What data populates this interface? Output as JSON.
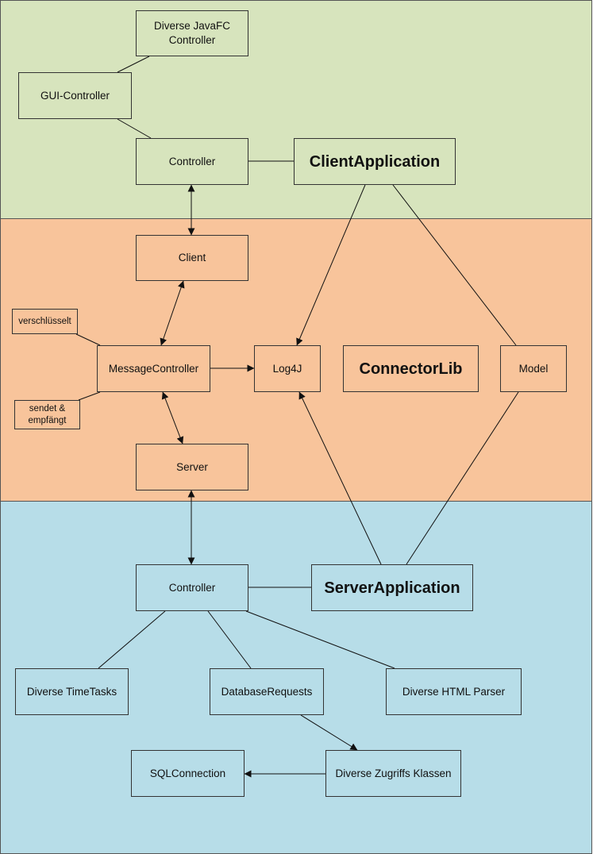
{
  "diagram": {
    "layers": [
      {
        "id": "client",
        "color": "#d7e4bd"
      },
      {
        "id": "connector",
        "color": "#f8c49b"
      },
      {
        "id": "server",
        "color": "#b7dde8"
      }
    ],
    "nodes": {
      "diverse_javafc": "Diverse JavaFC Controller",
      "gui_controller": "GUI-Controller",
      "client_controller": "Controller",
      "client_application": "ClientApplication",
      "client": "Client",
      "verschluesselt": "verschlüsselt",
      "message_controller": "MessageController",
      "sendet_empfaengt": "sendet & empfängt",
      "log4j": "Log4J",
      "connector_lib": "ConnectorLib",
      "model": "Model",
      "server": "Server",
      "server_controller": "Controller",
      "server_application": "ServerApplication",
      "diverse_timetasks": "Diverse TimeTasks",
      "database_requests": "DatabaseRequests",
      "diverse_html_parser": "Diverse HTML Parser",
      "sqlconnection": "SQLConnection",
      "diverse_zugriffs": "Diverse Zugriffs Klassen"
    },
    "edges": [
      {
        "from": "gui_controller",
        "to": "diverse_javafc",
        "arrow": "none"
      },
      {
        "from": "gui_controller",
        "to": "client_controller",
        "arrow": "none"
      },
      {
        "from": "client_controller",
        "to": "client_application",
        "arrow": "none"
      },
      {
        "from": "client_controller",
        "to": "client",
        "arrow": "both"
      },
      {
        "from": "client_application",
        "to": "log4j",
        "arrow": "end"
      },
      {
        "from": "client_application",
        "to": "model",
        "arrow": "none"
      },
      {
        "from": "client",
        "to": "message_controller",
        "arrow": "both"
      },
      {
        "from": "verschluesselt",
        "to": "message_controller",
        "arrow": "none"
      },
      {
        "from": "sendet_empfaengt",
        "to": "message_controller",
        "arrow": "none"
      },
      {
        "from": "message_controller",
        "to": "log4j",
        "arrow": "end"
      },
      {
        "from": "message_controller",
        "to": "server",
        "arrow": "both"
      },
      {
        "from": "server",
        "to": "server_controller",
        "arrow": "both"
      },
      {
        "from": "server_application",
        "to": "log4j",
        "arrow": "end"
      },
      {
        "from": "server_application",
        "to": "model",
        "arrow": "none"
      },
      {
        "from": "server_controller",
        "to": "server_application",
        "arrow": "none"
      },
      {
        "from": "server_controller",
        "to": "diverse_timetasks",
        "arrow": "none"
      },
      {
        "from": "server_controller",
        "to": "database_requests",
        "arrow": "none"
      },
      {
        "from": "server_controller",
        "to": "diverse_html_parser",
        "arrow": "none"
      },
      {
        "from": "database_requests",
        "to": "diverse_zugriffs",
        "arrow": "end"
      },
      {
        "from": "diverse_zugriffs",
        "to": "sqlconnection",
        "arrow": "end"
      }
    ]
  }
}
